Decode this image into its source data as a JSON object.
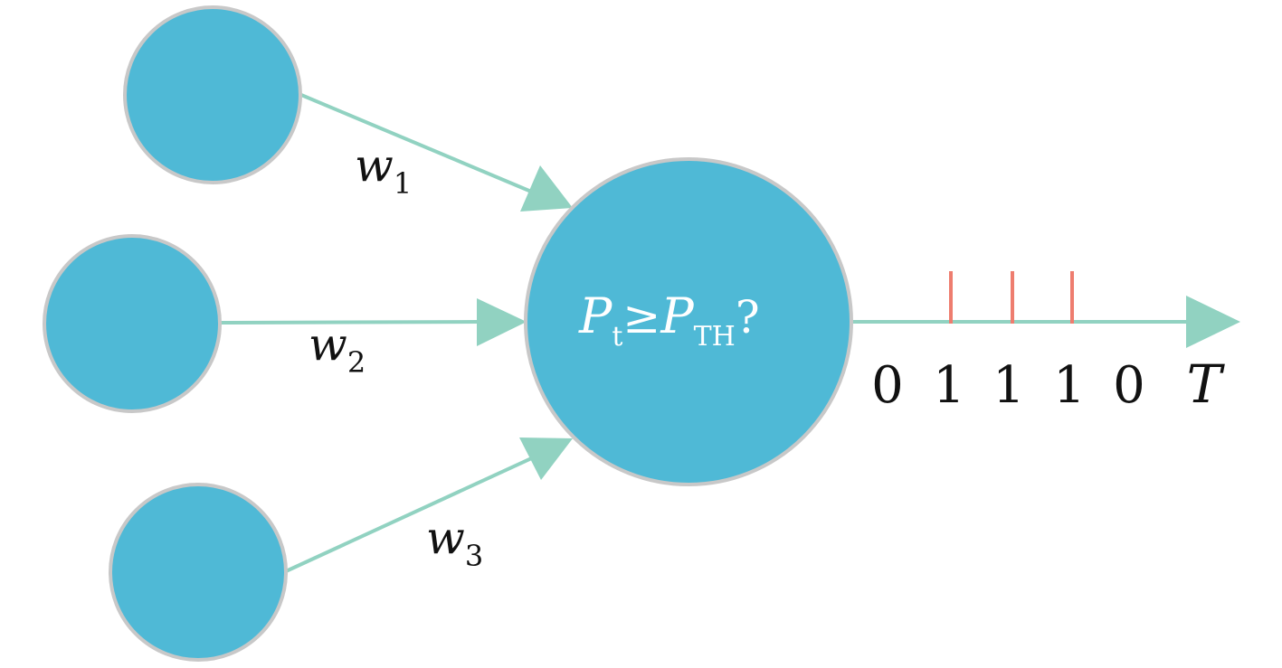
{
  "diagram": {
    "input_weights": [
      {
        "symbol": "w",
        "index": "1"
      },
      {
        "symbol": "w",
        "index": "2"
      },
      {
        "symbol": "w",
        "index": "3"
      }
    ],
    "neuron_condition": {
      "lhs": "P",
      "lhs_sub": "t",
      "operator": "≥",
      "rhs": "P",
      "rhs_sub": "TH",
      "suffix": "?"
    },
    "output_spike_train": [
      "0",
      "1",
      "1",
      "1",
      "0"
    ],
    "time_label": "T",
    "colors": {
      "node_fill": "#4fb9d6",
      "node_stroke": "#c8c8c8",
      "edge": "#91d2c1",
      "spike": "#ee7d6f"
    }
  }
}
